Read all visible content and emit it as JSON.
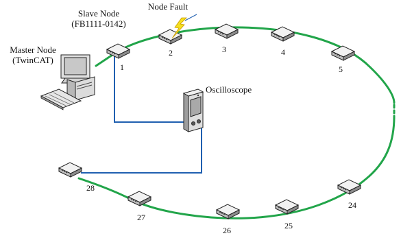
{
  "labels": {
    "master_node_line1": "Master Node",
    "master_node_line2": "(TwinCAT)",
    "slave_node_line1": "Slave Node",
    "slave_node_line2": "(FB1111-0142)",
    "node_fault": "Node Fault",
    "oscilloscope": "Oscilloscope"
  },
  "nodes": [
    {
      "label": "1"
    },
    {
      "label": "2"
    },
    {
      "label": "3"
    },
    {
      "label": "4"
    },
    {
      "label": "5"
    },
    {
      "label": "24"
    },
    {
      "label": "25"
    },
    {
      "label": "26"
    },
    {
      "label": "27"
    },
    {
      "label": "28"
    }
  ],
  "colors": {
    "ring": "#22a54a",
    "probe_wire": "#1f5fb0",
    "fault": "#f5e020"
  }
}
